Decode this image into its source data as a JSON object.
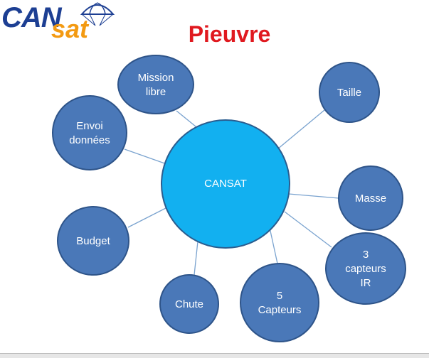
{
  "logo": {
    "part1": "CAN",
    "part2": "sat"
  },
  "title": "Pieuvre",
  "center": {
    "label": [
      "CANSAT"
    ]
  },
  "nodes": [
    {
      "id": "mission",
      "label": [
        "Mission",
        "libre"
      ]
    },
    {
      "id": "envoi",
      "label": [
        "Envoi",
        "données"
      ]
    },
    {
      "id": "budget",
      "label": [
        "Budget"
      ]
    },
    {
      "id": "chute",
      "label": [
        "Chute"
      ]
    },
    {
      "id": "capteurs5",
      "label": [
        "5",
        "Capteurs"
      ]
    },
    {
      "id": "ir",
      "label": [
        "3",
        "capteurs",
        "IR"
      ]
    },
    {
      "id": "masse",
      "label": [
        "Masse"
      ]
    },
    {
      "id": "taille",
      "label": [
        "Taille"
      ]
    }
  ],
  "colors": {
    "center_fill": "#12b0f0",
    "center_stroke": "#2a5d8f",
    "node_fill": "#4a78b8",
    "node_stroke": "#2e5489",
    "line": "#7aa3cf"
  }
}
